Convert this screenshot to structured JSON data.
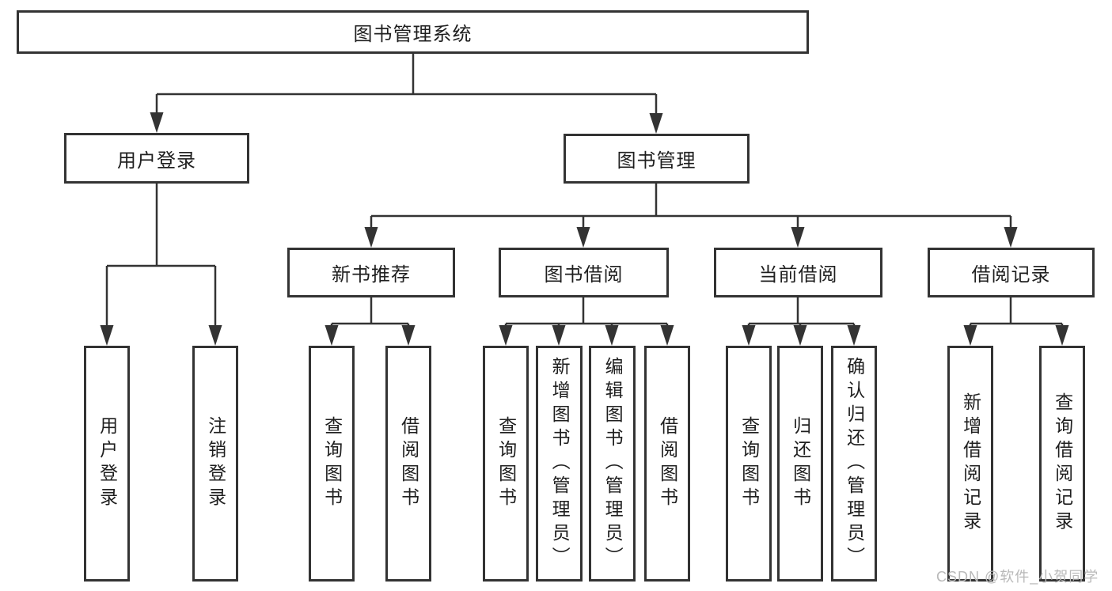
{
  "colors": {
    "line": "#333333",
    "box_border": "#333333",
    "text": "#1f1f1f",
    "background": "#ffffff",
    "watermark": "#b9b9b9"
  },
  "diagram": {
    "title": {
      "label": "图书管理系统"
    },
    "level2": [
      {
        "label": "用户登录"
      },
      {
        "label": "图书管理"
      }
    ],
    "level3": [
      {
        "label": "新书推荐"
      },
      {
        "label": "图书借阅"
      },
      {
        "label": "当前借阅"
      },
      {
        "label": "借阅记录"
      }
    ],
    "leaves": {
      "login": [
        "用户登录",
        "注销登录"
      ],
      "recommend": [
        "查询图书",
        "借阅图书"
      ],
      "borrow": [
        "查询图书",
        "新增图书（管理员）",
        "编辑图书（管理员）",
        "借阅图书"
      ],
      "current": [
        "查询图书",
        "归还图书",
        "确认归还（管理员）"
      ],
      "records": [
        "新增借阅记录",
        "查询借阅记录"
      ]
    }
  },
  "watermark": {
    "text": "CSDN @软件_小贺同学"
  }
}
